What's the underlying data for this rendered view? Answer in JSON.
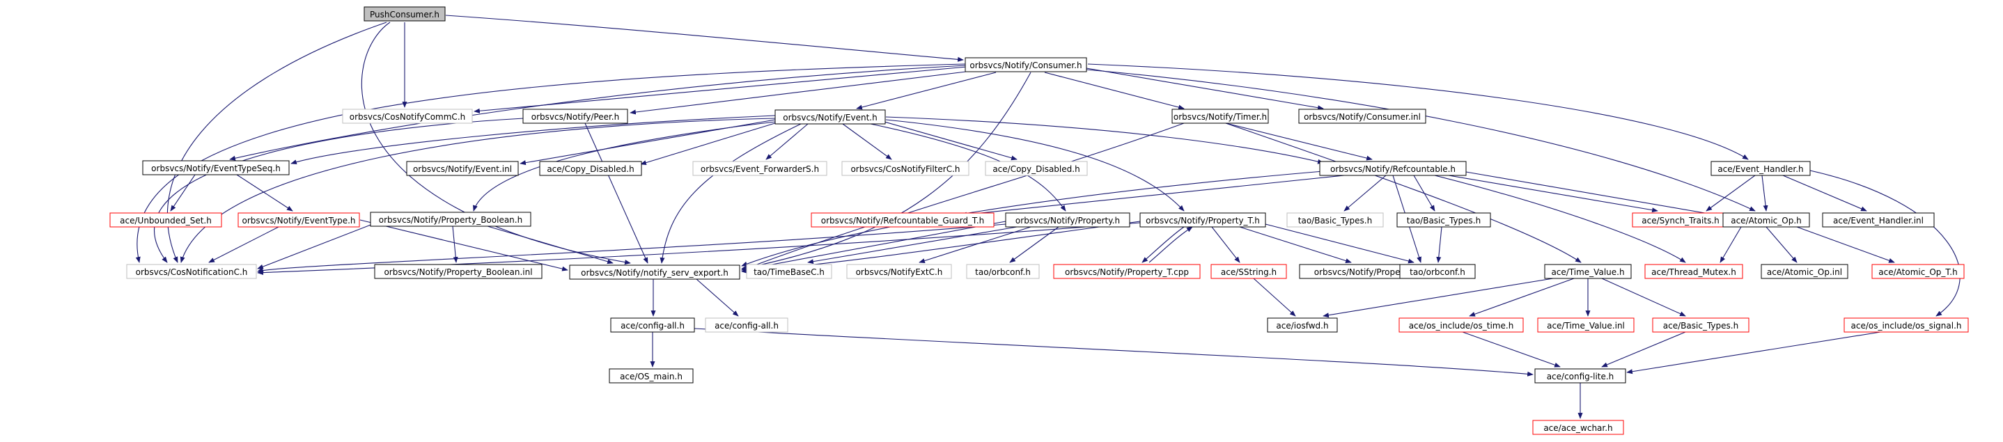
{
  "colors": {
    "edge": "#191970",
    "root_fill": "#bfbfbf",
    "normal_border": "#000000",
    "truncated_border": "#ff0000",
    "external_border": "#bfbfbf",
    "text": "#000000"
  },
  "graph": {
    "nodes": {
      "PushConsumer": {
        "label": "PushConsumer.h",
        "kind": "root"
      },
      "Consumer": {
        "label": "orbsvcs/Notify/Consumer.h",
        "kind": "normal"
      },
      "CosNotifyCommC": {
        "label": "orbsvcs/CosNotifyCommC.h",
        "kind": "external"
      },
      "Peer": {
        "label": "orbsvcs/Notify/Peer.h",
        "kind": "normal"
      },
      "Event": {
        "label": "orbsvcs/Notify/Event.h",
        "kind": "normal"
      },
      "Timer": {
        "label": "orbsvcs/Notify/Timer.h",
        "kind": "normal"
      },
      "ConsumerInl": {
        "label": "orbsvcs/Notify/Consumer.inl",
        "kind": "normal"
      },
      "EventTypeSeq": {
        "label": "orbsvcs/Notify/EventTypeSeq.h",
        "kind": "normal"
      },
      "EventInl": {
        "label": "orbsvcs/Notify/Event.inl",
        "kind": "normal"
      },
      "CopyDisabled1": {
        "label": "ace/Copy_Disabled.h",
        "kind": "normal"
      },
      "EventForwarderS": {
        "label": "orbsvcs/Event_ForwarderS.h",
        "kind": "external"
      },
      "CosNotifyFilterC": {
        "label": "orbsvcs/CosNotifyFilterC.h",
        "kind": "external"
      },
      "CopyDisabled2": {
        "label": "ace/Copy_Disabled.h",
        "kind": "external"
      },
      "Refcountable": {
        "label": "orbsvcs/Notify/Refcountable.h",
        "kind": "normal"
      },
      "EventHandler": {
        "label": "ace/Event_Handler.h",
        "kind": "normal"
      },
      "UnboundedSet": {
        "label": "ace/Unbounded_Set.h",
        "kind": "truncated"
      },
      "EventType": {
        "label": "orbsvcs/Notify/EventType.h",
        "kind": "truncated"
      },
      "PropertyBoolean": {
        "label": "orbsvcs/Notify/Property_Boolean.h",
        "kind": "normal"
      },
      "RefcountableGuard": {
        "label": "orbsvcs/Notify/Refcountable_Guard_T.h",
        "kind": "truncated"
      },
      "Property": {
        "label": "orbsvcs/Notify/Property.h",
        "kind": "normal"
      },
      "PropertyT": {
        "label": "orbsvcs/Notify/Property_T.h",
        "kind": "normal"
      },
      "TaoBasicTypes1": {
        "label": "tao/Basic_Types.h",
        "kind": "external"
      },
      "TaoBasicTypes2": {
        "label": "tao/Basic_Types.h",
        "kind": "normal"
      },
      "SynchTraits": {
        "label": "ace/Synch_Traits.h",
        "kind": "truncated"
      },
      "AtomicOp": {
        "label": "ace/Atomic_Op.h",
        "kind": "normal"
      },
      "EventHandlerInl": {
        "label": "ace/Event_Handler.inl",
        "kind": "normal"
      },
      "CosNotificationC": {
        "label": "orbsvcs/CosNotificationC.h",
        "kind": "external"
      },
      "PropertyBooleanInl": {
        "label": "orbsvcs/Notify/Property_Boolean.inl",
        "kind": "normal"
      },
      "NotifyServExport": {
        "label": "orbsvcs/Notify/notify_serv_export.h",
        "kind": "normal"
      },
      "TimeBaseC": {
        "label": "tao/TimeBaseC.h",
        "kind": "external"
      },
      "NotifyExtC": {
        "label": "orbsvcs/NotifyExtC.h",
        "kind": "external"
      },
      "OrbconfExt": {
        "label": "tao/orbconf.h",
        "kind": "external"
      },
      "PropertyTcpp": {
        "label": "orbsvcs/Notify/Property_T.cpp",
        "kind": "truncated"
      },
      "SString": {
        "label": "ace/SString.h",
        "kind": "truncated"
      },
      "PropertyTinl": {
        "label": "orbsvcs/Notify/Property_T.inl",
        "kind": "normal"
      },
      "Orbconf": {
        "label": "tao/orbconf.h",
        "kind": "normal"
      },
      "TimeValue": {
        "label": "ace/Time_Value.h",
        "kind": "normal"
      },
      "ThreadMutex": {
        "label": "ace/Thread_Mutex.h",
        "kind": "truncated"
      },
      "AtomicOpInl": {
        "label": "ace/Atomic_Op.inl",
        "kind": "normal"
      },
      "AtomicOpT": {
        "label": "ace/Atomic_Op_T.h",
        "kind": "truncated"
      },
      "ConfigAll": {
        "label": "ace/config-all.h",
        "kind": "normal"
      },
      "ConfigAllExt": {
        "label": "ace/config-all.h",
        "kind": "external"
      },
      "Iosfwd": {
        "label": "ace/iosfwd.h",
        "kind": "normal"
      },
      "OsTime": {
        "label": "ace/os_include/os_time.h",
        "kind": "truncated"
      },
      "TimeValueInl": {
        "label": "ace/Time_Value.inl",
        "kind": "truncated"
      },
      "BasicTypes": {
        "label": "ace/Basic_Types.h",
        "kind": "truncated"
      },
      "OsSignal": {
        "label": "ace/os_include/os_signal.h",
        "kind": "truncated"
      },
      "OSmain": {
        "label": "ace/OS_main.h",
        "kind": "normal"
      },
      "ConfigLite": {
        "label": "ace/config-lite.h",
        "kind": "normal"
      },
      "AceWchar": {
        "label": "ace/ace_wchar.h",
        "kind": "truncated"
      }
    }
  }
}
